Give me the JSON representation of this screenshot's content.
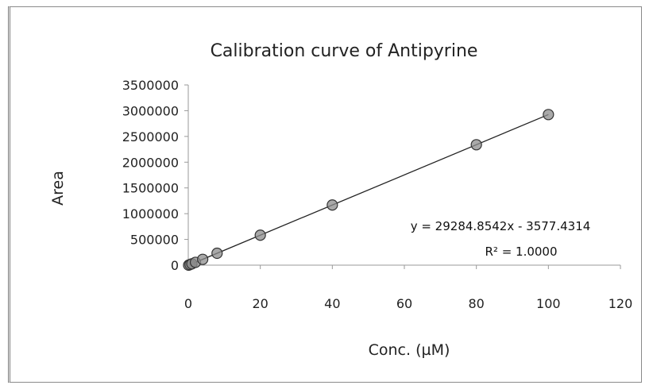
{
  "chart_data": {
    "type": "scatter",
    "title": "Calibration curve of Antipyrine",
    "xlabel": "Conc. (µM)",
    "ylabel": "Area",
    "xlim": [
      0,
      120
    ],
    "ylim": [
      0,
      3500000
    ],
    "x_ticks": [
      0,
      20,
      40,
      60,
      80,
      100,
      120
    ],
    "y_ticks": [
      0,
      500000,
      1000000,
      1500000,
      2000000,
      2500000,
      3000000,
      3500000
    ],
    "x_tick_labels": [
      "0",
      "20",
      "40",
      "60",
      "80",
      "100",
      "120"
    ],
    "y_tick_labels": [
      "0",
      "500000",
      "1000000",
      "1500000",
      "2000000",
      "2500000",
      "3000000",
      "3500000"
    ],
    "grid": false,
    "series": [
      {
        "x": [
          0.1,
          0.5,
          1,
          2,
          4,
          8,
          20,
          40,
          80,
          100
        ],
        "y": [
          0,
          11000,
          26000,
          55000,
          113000,
          231000,
          582000,
          1168000,
          2339000,
          2925000
        ],
        "marker": "circle",
        "marker_color": "#8c8c8c"
      }
    ],
    "trendline": {
      "type": "linear",
      "slope": 29284.8542,
      "intercept": -3577.4314,
      "equation_label": "y = 29284.8542x - 3577.4314",
      "r2_label": "R² = 1.0000"
    }
  }
}
